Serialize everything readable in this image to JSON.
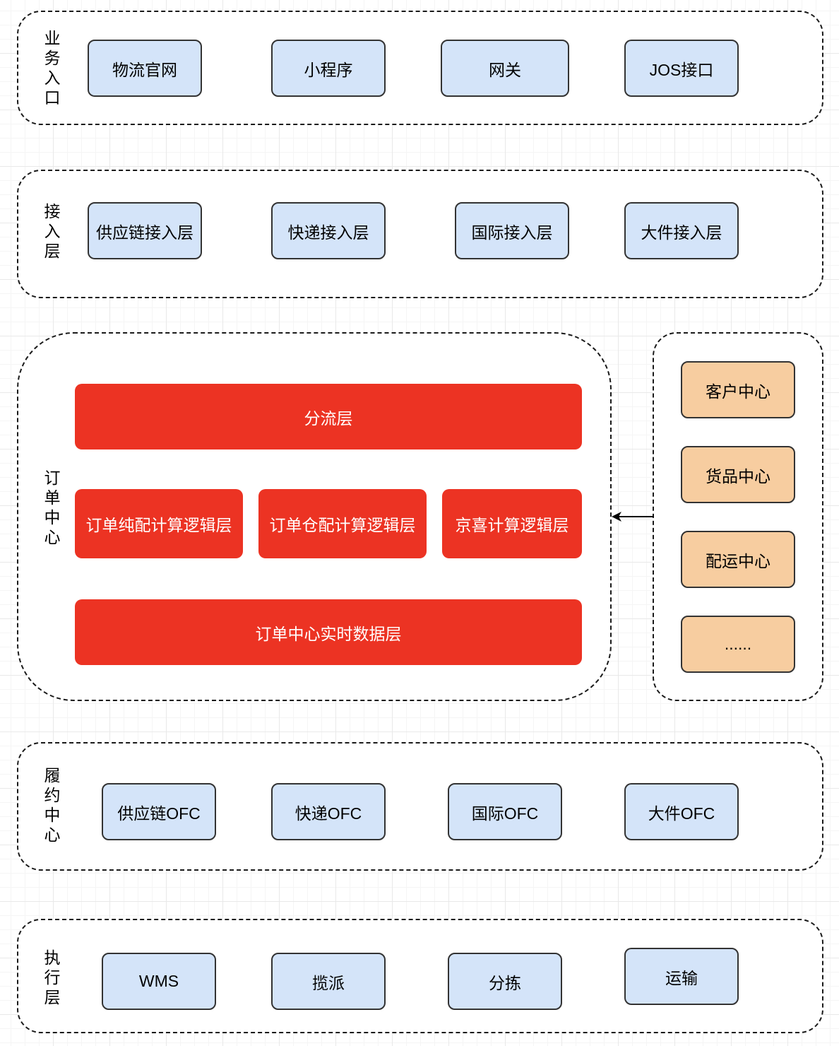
{
  "layers": {
    "business_entry": {
      "label": "业务入口",
      "items": [
        "物流官网",
        "小程序",
        "网关",
        "JOS接口"
      ]
    },
    "access_layer": {
      "label": "接入层",
      "items": [
        "供应链接入层",
        "快递接入层",
        "国际接入层",
        "大件接入层"
      ]
    },
    "order_center": {
      "label": "订单中心",
      "split_layer": "分流层",
      "logic_layers": [
        "订单纯配计算逻辑层",
        "订单仓配计算逻辑层",
        "京喜计算逻辑层"
      ],
      "data_layer": "订单中心实时数据层"
    },
    "side_centers": {
      "items": [
        "客户中心",
        "货品中心",
        "配运中心",
        "......"
      ]
    },
    "fulfillment_center": {
      "label": "履约中心",
      "items": [
        "供应链OFC",
        "快递OFC",
        "国际OFC",
        "大件OFC"
      ]
    },
    "execution_layer": {
      "label": "执行层",
      "items": [
        "WMS",
        "揽派",
        "分拣",
        "运输"
      ]
    }
  },
  "colors": {
    "entry_box_fill": "#d4e4f9",
    "side_box_fill": "#f7cda0",
    "order_block_fill": "#ec3323",
    "order_block_text": "#ffffff"
  }
}
